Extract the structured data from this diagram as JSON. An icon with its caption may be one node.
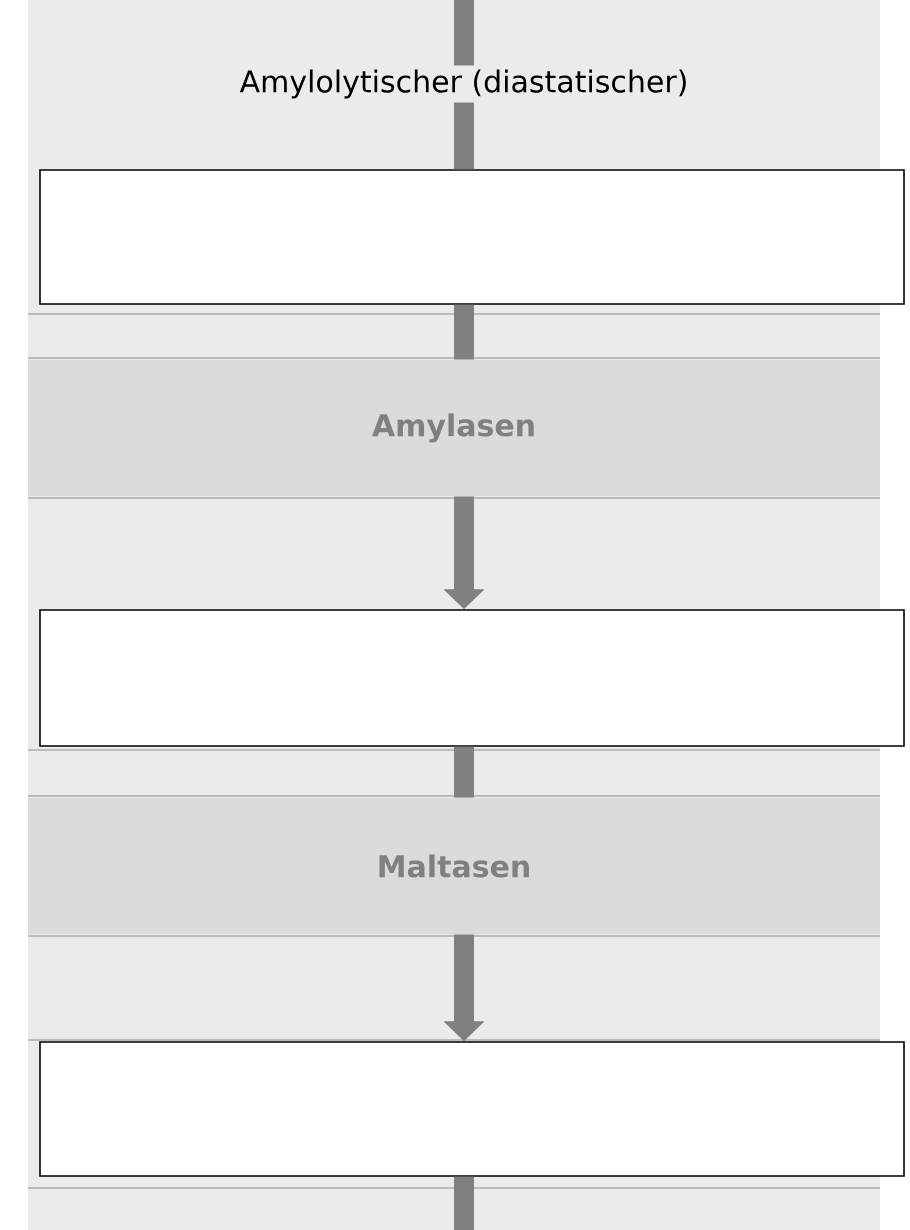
{
  "diagram": {
    "title": "Amylolytischer (diastatischer)",
    "nodes": [
      {
        "text": [],
        "shape": "box"
      },
      {
        "text": [
          "Amylasen"
        ]
      },
      {
        "text": [],
        "shape": "box"
      },
      {
        "text": [
          "Maltasen"
        ]
      },
      {
        "text": [],
        "shape": "box"
      }
    ],
    "edges": [
      {
        "from": null,
        "to": 0,
        "arrow": "none"
      },
      {
        "from": 0,
        "to": 1,
        "arrow": "none"
      },
      {
        "from": 1,
        "to": 2,
        "arrow": "to"
      },
      {
        "from": 2,
        "to": 3,
        "arrow": "none"
      },
      {
        "from": 3,
        "to": 4,
        "arrow": "to"
      },
      {
        "from": 4,
        "to": null,
        "arrow": "none"
      }
    ]
  }
}
